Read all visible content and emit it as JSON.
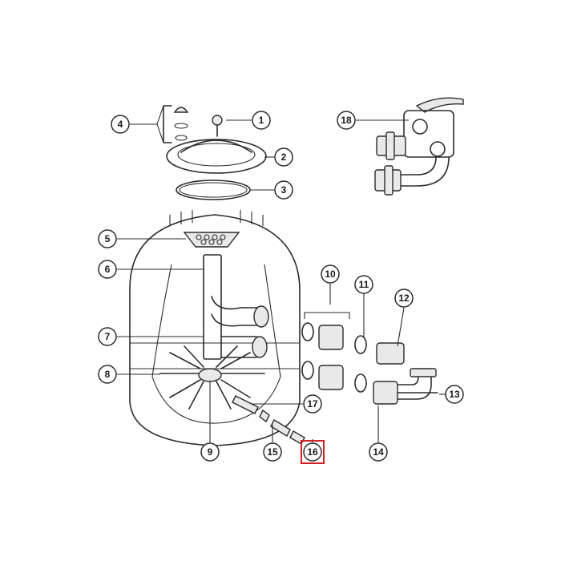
{
  "callouts": {
    "c1": "1",
    "c2": "2",
    "c3": "3",
    "c4": "4",
    "c5": "5",
    "c6": "6",
    "c7": "7",
    "c8": "8",
    "c9": "9",
    "c10": "10",
    "c11": "11",
    "c12": "12",
    "c13": "13",
    "c14": "14",
    "c15": "15",
    "c16": "16",
    "c17": "17",
    "c18": "18"
  },
  "selected_callout": "16",
  "colors": {
    "line": "#2b2b2b",
    "highlight": "#cc2222",
    "background": "#ffffff"
  }
}
